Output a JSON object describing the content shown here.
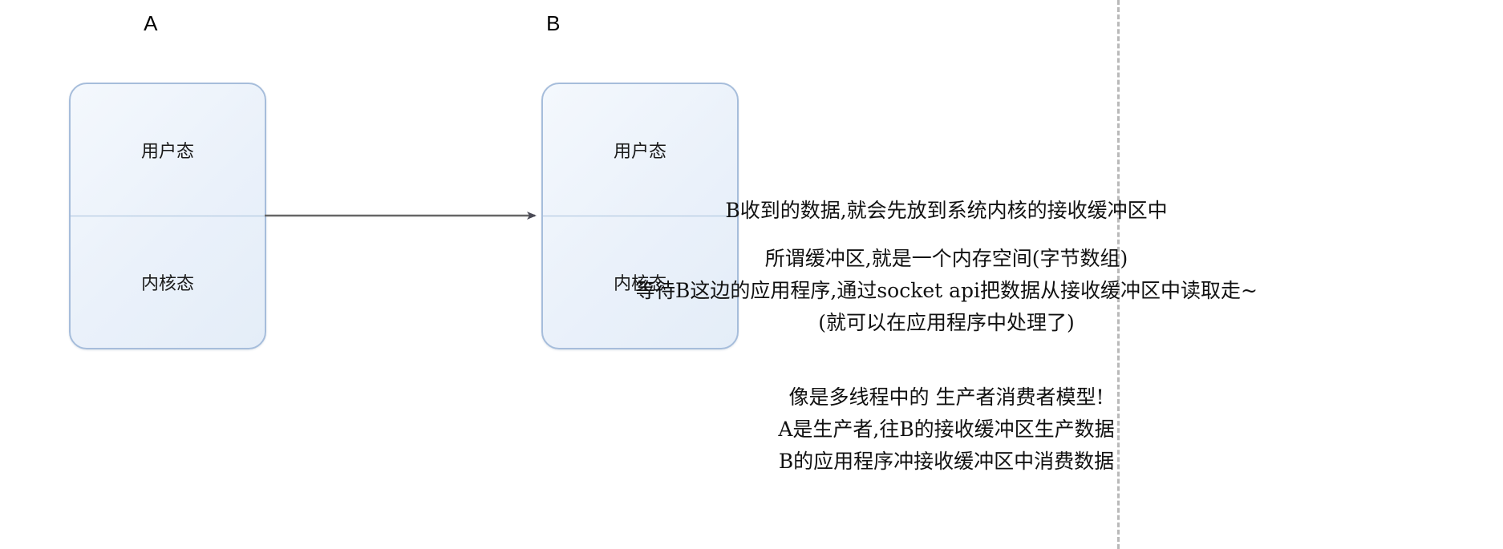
{
  "diagram": {
    "title_a": "A",
    "title_b": "B",
    "hosts": [
      {
        "id": "host-a",
        "label": "A",
        "user_mode": "用户态",
        "kernel_mode": "内核态"
      },
      {
        "id": "host-b",
        "label": "B",
        "user_mode": "用户态",
        "kernel_mode": "内核态"
      }
    ],
    "arrow": {
      "name": "a-to-b-arrow",
      "direction": "left-to-right",
      "color": "#666666"
    },
    "guide_line": {
      "name": "vertical-dashed-guide",
      "style": "dashed",
      "color": "#b9b9b9"
    },
    "colors": {
      "box_border": "#a6bddb",
      "box_fill": "#eaf1fa",
      "divider": "#aac3dd",
      "arrow": "#666666",
      "dash": "#b9b9b9",
      "text": "#111111"
    },
    "notes": {
      "group1": [
        "B收到的数据,就会先放到系统内核的接收缓冲区中"
      ],
      "group2": [
        "所谓缓冲区,就是一个内存空间(字节数组)",
        "等待B这边的应用程序,通过socket api把数据从接收缓冲区中读取走~",
        "(就可以在应用程序中处理了)"
      ],
      "group3": [
        "像是多线程中的 生产者消费者模型!",
        "A是生产者,往B的接收缓冲区生产数据",
        "B的应用程序冲接收缓冲区中消费数据"
      ]
    }
  }
}
